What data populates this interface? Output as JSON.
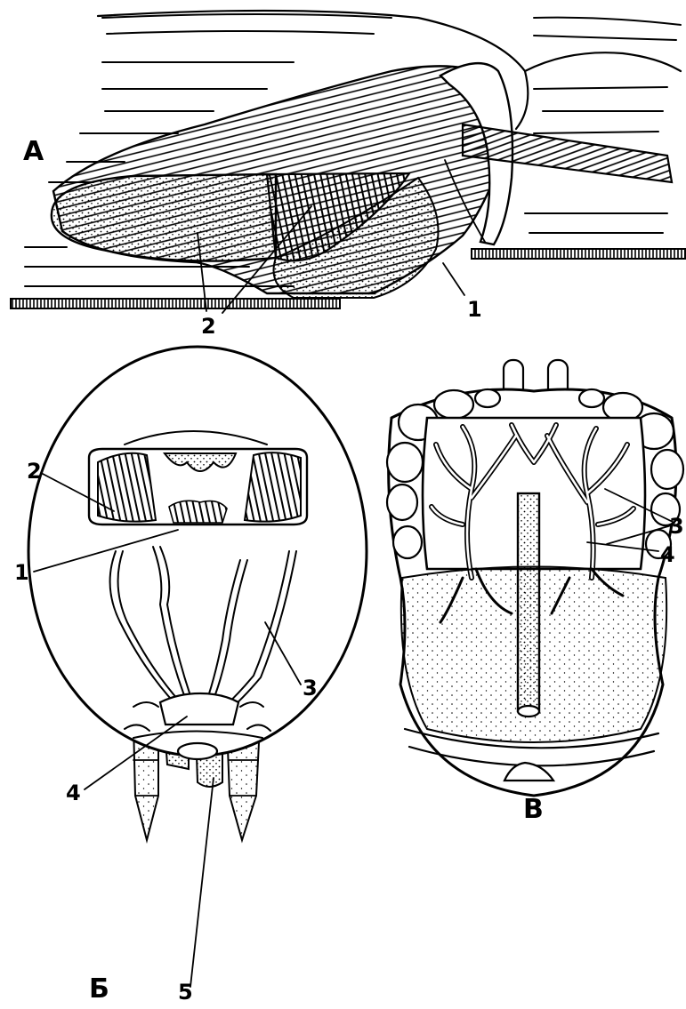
{
  "figure": {
    "panels": {
      "A": {
        "letter": "А",
        "labels": [
          "1",
          "2"
        ]
      },
      "B": {
        "letter": "Б",
        "labels": [
          "2",
          "1",
          "3",
          "4",
          "5"
        ]
      },
      "V": {
        "letter": "В",
        "labels": [
          "3",
          "4"
        ]
      }
    }
  }
}
